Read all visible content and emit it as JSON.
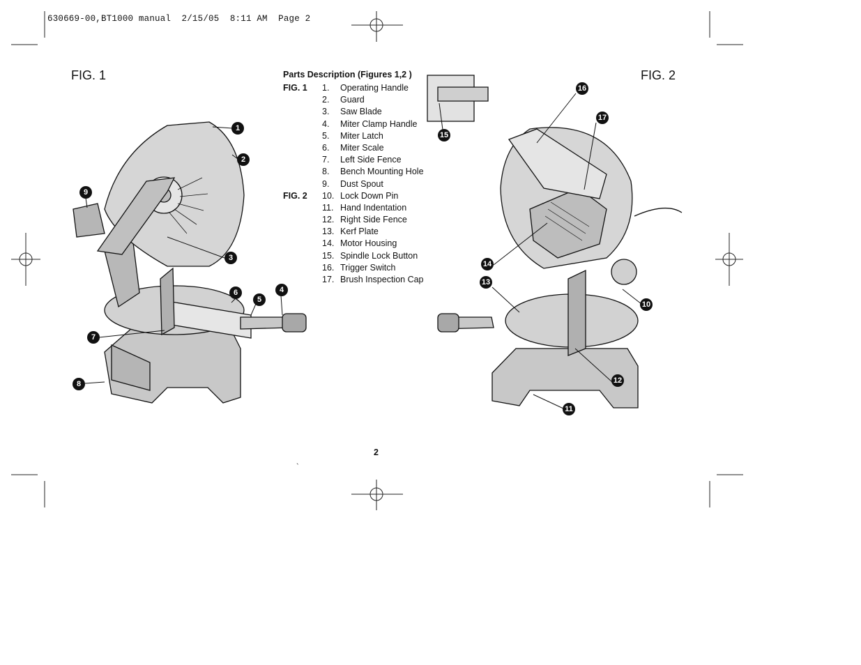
{
  "header": {
    "text": "630669-00,BT1000 manual  2/15/05  8:11 AM  Page 2"
  },
  "figures": {
    "fig1_label": "FIG. 1",
    "fig2_label": "FIG. 2"
  },
  "parts": {
    "title": "Parts Description (Figures 1,2 )",
    "rows": [
      {
        "group": "FIG. 1",
        "num": "1.",
        "label": "Operating Handle"
      },
      {
        "group": "",
        "num": "2.",
        "label": "Guard"
      },
      {
        "group": "",
        "num": "3.",
        "label": "Saw Blade"
      },
      {
        "group": "",
        "num": "4.",
        "label": "Miter Clamp Handle"
      },
      {
        "group": "",
        "num": "5.",
        "label": "Miter Latch"
      },
      {
        "group": "",
        "num": "6.",
        "label": "Miter Scale"
      },
      {
        "group": "",
        "num": "7.",
        "label": "Left Side Fence"
      },
      {
        "group": "",
        "num": "8.",
        "label": "Bench Mounting Hole"
      },
      {
        "group": "",
        "num": "9.",
        "label": "Dust Spout"
      },
      {
        "group": "FIG. 2",
        "num": "10.",
        "label": "Lock Down Pin"
      },
      {
        "group": "",
        "num": "11.",
        "label": "Hand Indentation"
      },
      {
        "group": "",
        "num": "12.",
        "label": "Right Side Fence"
      },
      {
        "group": "",
        "num": "13.",
        "label": "Kerf Plate"
      },
      {
        "group": "",
        "num": "14.",
        "label": "Motor Housing"
      },
      {
        "group": "",
        "num": "15.",
        "label": "Spindle Lock Button"
      },
      {
        "group": "",
        "num": "16.",
        "label": "Trigger Switch"
      },
      {
        "group": "",
        "num": "17.",
        "label": "Brush Inspection Cap"
      }
    ]
  },
  "callouts": {
    "c1": "1",
    "c2": "2",
    "c3": "3",
    "c4": "4",
    "c5": "5",
    "c6": "6",
    "c7": "7",
    "c8": "8",
    "c9": "9",
    "c10": "10",
    "c11": "11",
    "c12": "12",
    "c13": "13",
    "c14": "14",
    "c15": "15",
    "c16": "16",
    "c17": "17"
  },
  "footer": {
    "page_number": "2",
    "stray_mark": "`"
  }
}
